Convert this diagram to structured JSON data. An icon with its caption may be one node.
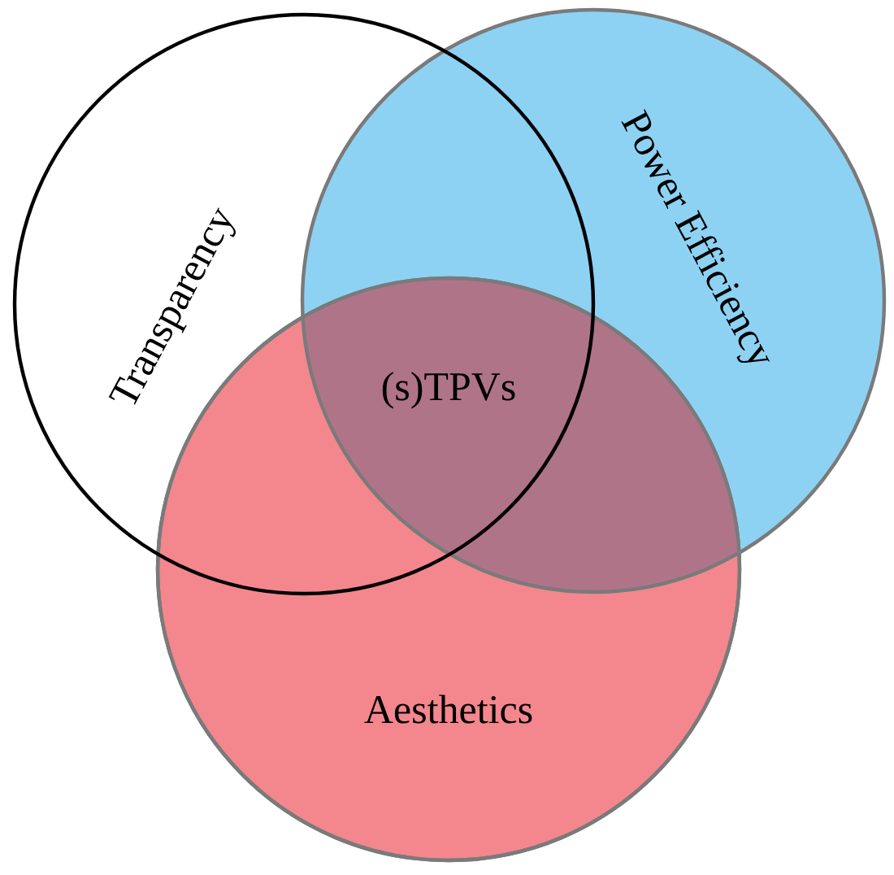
{
  "diagram": {
    "nodes": [
      {
        "text": [
          "Transparency"
        ]
      },
      {
        "text": [
          "Power Efficiency"
        ]
      },
      {
        "text": [
          "Aesthetics"
        ]
      }
    ],
    "labels": [
      "(s)TPVs"
    ]
  }
}
